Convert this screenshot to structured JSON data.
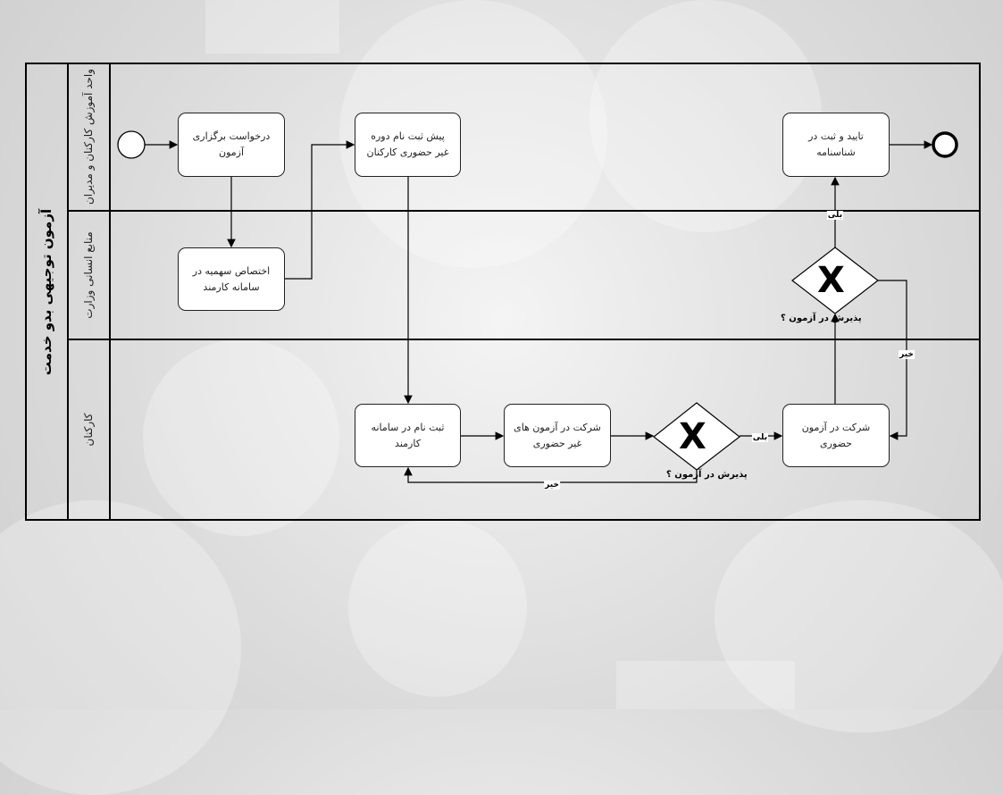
{
  "pool_title": "آزمون توجیهی بدو خدمت",
  "lanes": [
    "واحد آموزش کارکنان و مدیران",
    "منابع انسانی وزارت",
    "کارکنان"
  ],
  "tasks": {
    "request": "درخواست برگزاری آزمون",
    "preregister": "پیش ثبت نام دوره غیر حضوری کارکنان",
    "quota": "اختصاص سهمیه در سامانه کارمند",
    "register": "ثبت نام در سامانه کارمند",
    "online_exam": "شرکت در آزمون های غیر حضوری",
    "inperson_exam": "شرکت در آزمون حضوری",
    "approve": "تایید و ثبت در شناسنامه"
  },
  "gateways": {
    "question": "پذیرش در آزمون ؟",
    "yes": "بلی",
    "no": "خیر",
    "symbol": "X"
  }
}
